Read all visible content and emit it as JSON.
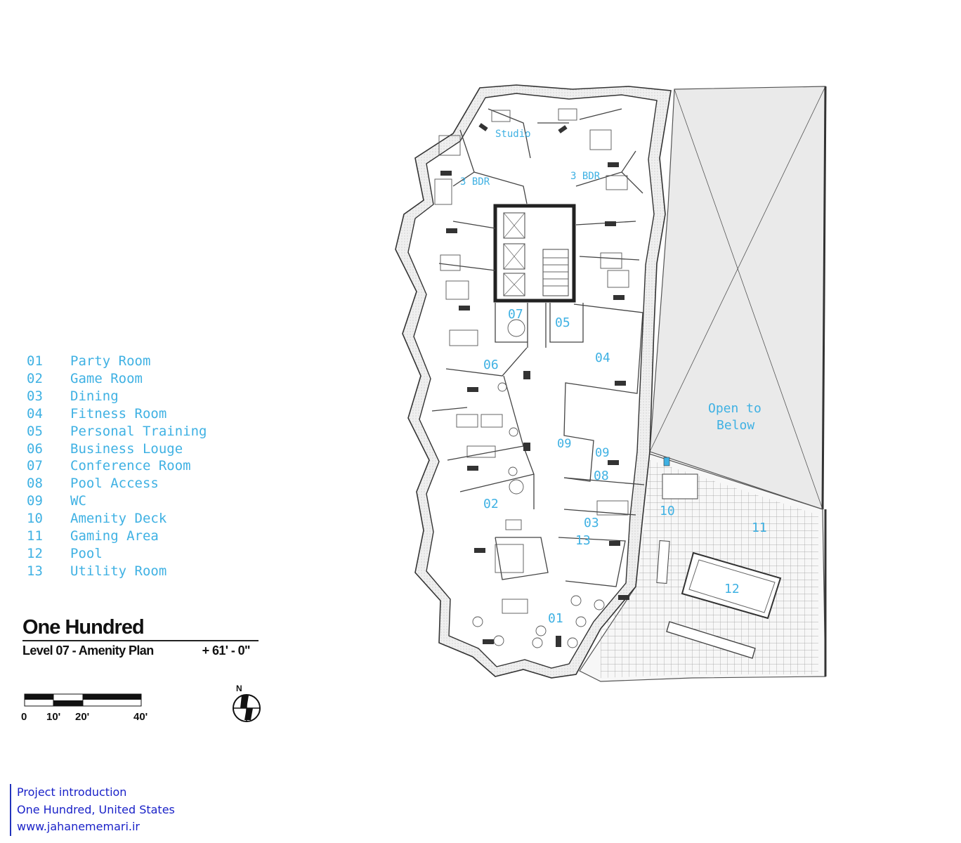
{
  "legend": [
    {
      "num": "01",
      "label": "Party Room"
    },
    {
      "num": "02",
      "label": "Game Room"
    },
    {
      "num": "03",
      "label": "Dining"
    },
    {
      "num": "04",
      "label": "Fitness Room"
    },
    {
      "num": "05",
      "label": "Personal Training"
    },
    {
      "num": "06",
      "label": "Business Louge"
    },
    {
      "num": "07",
      "label": "Conference Room"
    },
    {
      "num": "08",
      "label": "Pool Access"
    },
    {
      "num": "09",
      "label": "WC"
    },
    {
      "num": "10",
      "label": "Amenity Deck"
    },
    {
      "num": "11",
      "label": "Gaming Area"
    },
    {
      "num": "12",
      "label": "Pool"
    },
    {
      "num": "13",
      "label": "Utility Room"
    }
  ],
  "title_block": {
    "title": "One Hundred",
    "subtitle": "Level 07 - Amenity Plan",
    "elevation": "+ 61' - 0\""
  },
  "scale_bar": {
    "labels": [
      "0",
      "10'",
      "20'",
      "40'"
    ]
  },
  "north_arrow": {
    "label": "N"
  },
  "plan": {
    "studio": "Studio",
    "bdr_left": "3 BDR",
    "bdr_right": "3 BDR",
    "open_line1": "Open to",
    "open_line2": "Below",
    "room_01": "01",
    "room_02": "02",
    "room_03": "03",
    "room_04": "04",
    "room_05": "05",
    "room_06": "06",
    "room_07": "07",
    "room_08": "08",
    "room_09a": "09",
    "room_09b": "09",
    "room_10": "10",
    "room_11": "11",
    "room_12": "12",
    "room_13": "13"
  },
  "footer": {
    "line1": "Project introduction",
    "line2": "One Hundred, United States",
    "line3": "www.jahanememari.ir"
  },
  "colors": {
    "label_blue": "#3fb1e3",
    "footer_blue": "#1a22c8"
  }
}
